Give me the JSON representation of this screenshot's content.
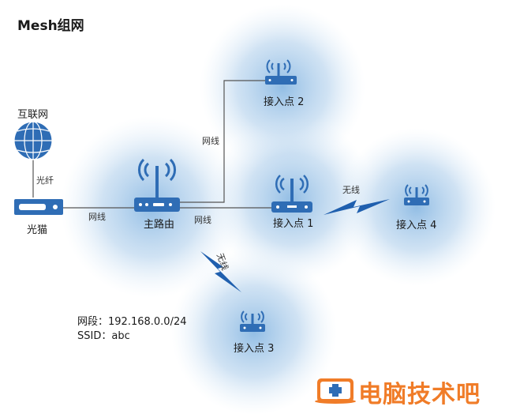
{
  "title": "Mesh组网",
  "internet_label": "互联网",
  "fiber_label": "光纤",
  "modem_label": "光猫",
  "main_router_label": "主路由",
  "ap1_label": "接入点 1",
  "ap2_label": "接入点 2",
  "ap3_label": "接入点 3",
  "ap4_label": "接入点 4",
  "link_modem_router": "网线",
  "link_router_ap2": "网线",
  "link_router_ap1": "网线",
  "link_ap1_ap4": "无线",
  "link_router_ap3": "无线",
  "network_segment": "网段：192.168.0.0/24",
  "ssid": "SSID：abc",
  "watermark": "电脑技术吧",
  "colors": {
    "device_blue": "#2f6db5",
    "coverage_blue": "#7fb2e0",
    "wireless_blue": "#1f5fae",
    "watermark_orange": "#f07c28"
  }
}
